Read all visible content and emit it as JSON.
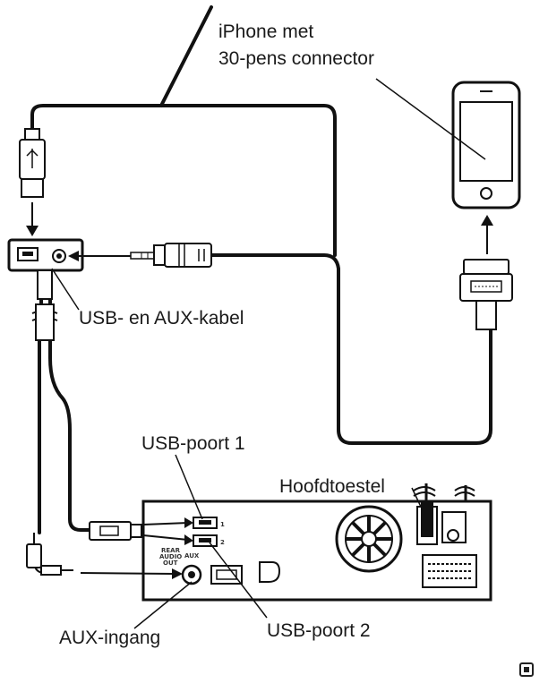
{
  "labels": {
    "iphone_line1": "iPhone met",
    "iphone_line2": "30-pens connector",
    "usb_aux_cable": "USB- en AUX-kabel",
    "usb_port_1": "USB-poort 1",
    "usb_port_2": "USB-poort 2",
    "head_unit": "Hoofdtoestel",
    "aux_input": "AUX-ingang"
  },
  "unit_marks": {
    "rear_audio_line1": "REAR",
    "rear_audio_line2": "AUDIO",
    "rear_audio_line3": "OUT",
    "aux_small": "AUX",
    "port1_num": "1",
    "port2_num": "2"
  },
  "icons": [
    "usb-plug-icon",
    "iphone-icon",
    "dock-connector-icon",
    "aux-plug-icon",
    "fan-icon",
    "end-mark-icon"
  ]
}
